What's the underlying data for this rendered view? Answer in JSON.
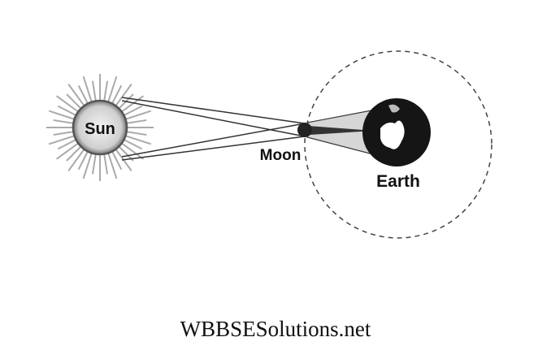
{
  "diagram": {
    "labels": {
      "sun": "Sun",
      "moon": "Moon",
      "earth": "Earth"
    },
    "colors": {
      "sun_fill": "#d8d8d8",
      "earth": "#151515",
      "shadow_cone": "#d4d4d4",
      "umbra": "#333333"
    }
  },
  "footer": {
    "watermark": "WBBSESolutions.net"
  }
}
